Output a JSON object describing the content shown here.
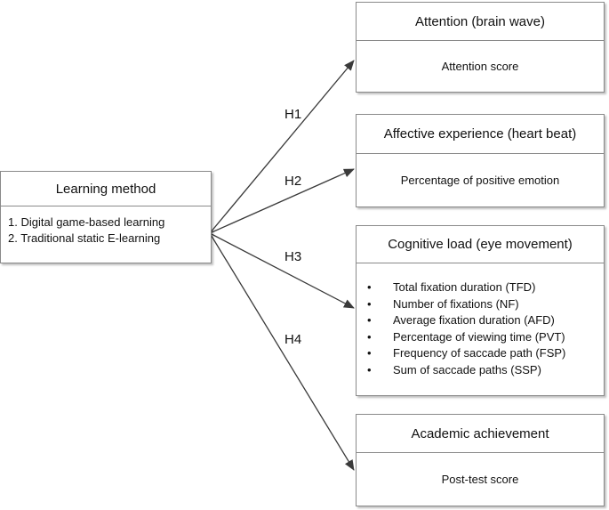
{
  "learning_method": {
    "title": "Learning method",
    "items": [
      "1. Digital game-based learning",
      "2. Traditional static E-learning"
    ]
  },
  "attention": {
    "title": "Attention (brain wave)",
    "measure": "Attention score"
  },
  "affective": {
    "title": "Affective experience (heart beat)",
    "measure": "Percentage of positive emotion"
  },
  "cognitive": {
    "title": "Cognitive load (eye movement)",
    "items": [
      "Total fixation duration (TFD)",
      "Number of fixations (NF)",
      "Average fixation duration (AFD)",
      "Percentage of viewing time (PVT)",
      "Frequency of saccade path (FSP)",
      "Sum of saccade paths (SSP)"
    ]
  },
  "academic": {
    "title": "Academic achievement",
    "measure": "Post-test score"
  },
  "hypotheses": [
    "H1",
    "H2",
    "H3",
    "H4"
  ]
}
